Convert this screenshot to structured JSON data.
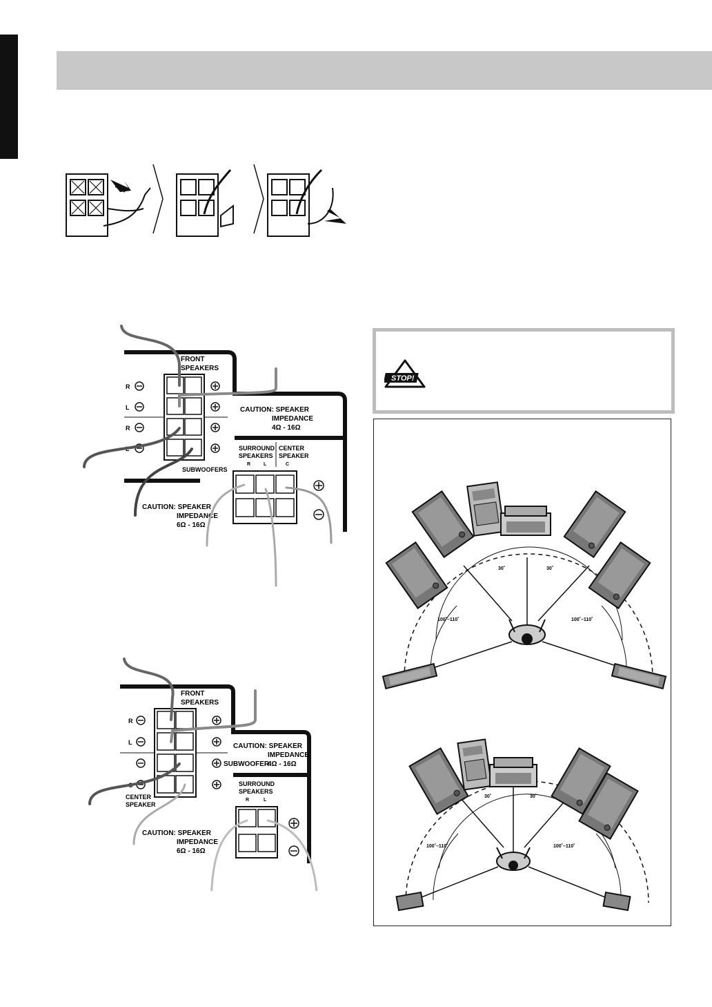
{
  "front_panel_a": {
    "title_front": [
      "FRONT",
      "SPEAKERS"
    ],
    "row_labels": [
      "R",
      "L",
      "R",
      "L"
    ],
    "subwoofers_label": "SUBWOOFERS",
    "caution_front": [
      "CAUTION: SPEAKER",
      "IMPEDANCE",
      "4Ω  -  16Ω"
    ],
    "caution_sub": [
      "CAUTION: SPEAKER",
      "IMPEDANCE",
      "6Ω  -  16Ω"
    ],
    "surround_label": [
      "SURROUND",
      "SPEAKERS"
    ],
    "surround_rl": [
      "R",
      "L"
    ],
    "center_label": [
      "CENTER",
      "SPEAKER"
    ],
    "center_c": "C"
  },
  "front_panel_b": {
    "title_front": [
      "FRONT",
      "SPEAKERS"
    ],
    "row_labels": [
      "R",
      "L",
      "",
      "C"
    ],
    "subwoofer_label": "SUBWOOFER",
    "center_label": [
      "CENTER",
      "SPEAKER"
    ],
    "caution_front": [
      "CAUTION: SPEAKER",
      "IMPEDANCE",
      "4Ω  -  16Ω"
    ],
    "caution_sub": [
      "CAUTION: SPEAKER",
      "IMPEDANCE",
      "6Ω  -  16Ω"
    ],
    "surround_label": [
      "SURROUND",
      "SPEAKERS"
    ],
    "surround_rl": [
      "R",
      "L"
    ]
  },
  "warning": {
    "stop_label": "STOP!"
  },
  "layout": {
    "angle_30": "30˚",
    "angle_rear": "100˚–110˚"
  }
}
